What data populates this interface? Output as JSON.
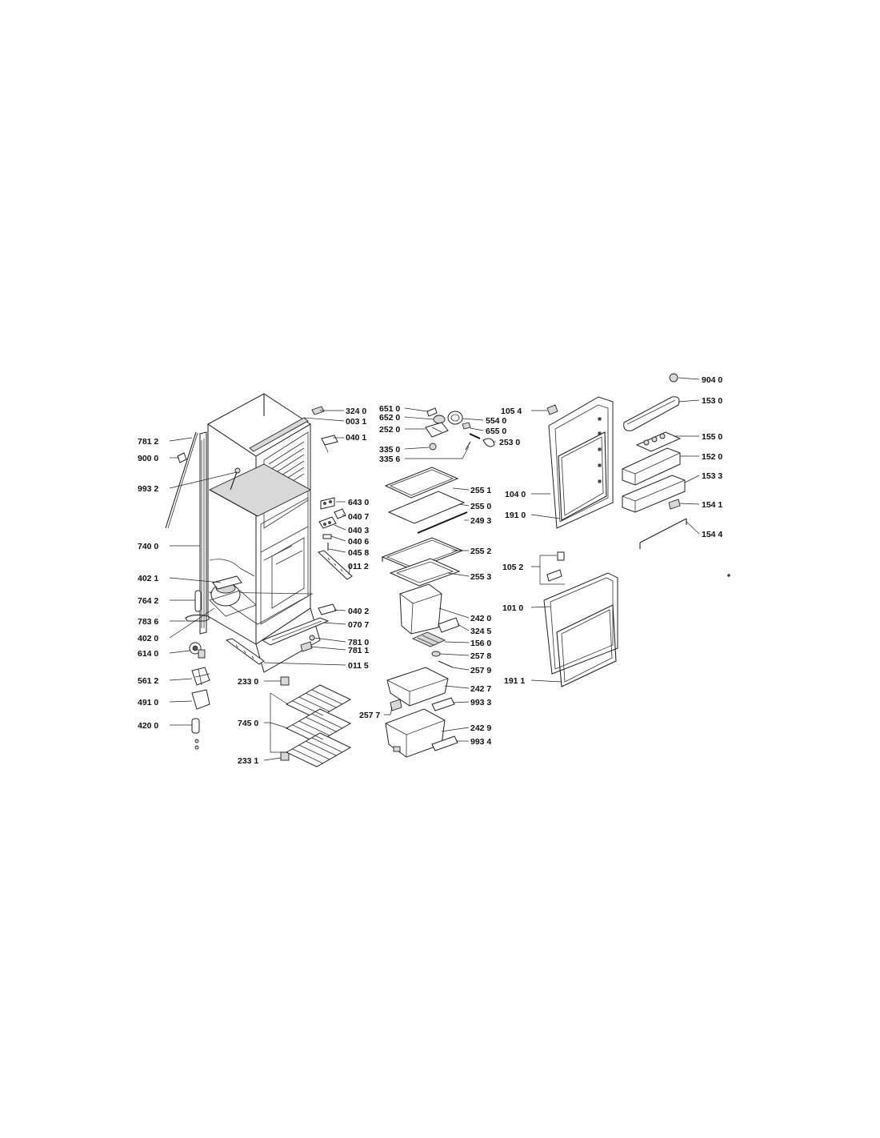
{
  "labels": {
    "l_324_0": "324 0",
    "l_003_1": "003 1",
    "l_040_1": "040 1",
    "l_781_2": "781 2",
    "l_900_0": "900 0",
    "l_993_2": "993 2",
    "l_740_0": "740 0",
    "l_643_0": "643 0",
    "l_040_7": "040 7",
    "l_040_3": "040 3",
    "l_040_6": "040 6",
    "l_045_8": "045 8",
    "l_011_2": "011 2",
    "l_402_1": "402 1",
    "l_764_2": "764 2",
    "l_783_6": "783 6",
    "l_402_0": "402 0",
    "l_614_0": "614 0",
    "l_040_2": "040 2",
    "l_070_7": "070 7",
    "l_781_0": "781 0",
    "l_781_1": "781 1",
    "l_011_5": "011 5",
    "l_561_2": "561 2",
    "l_491_0": "491 0",
    "l_420_0": "420 0",
    "l_233_0": "233 0",
    "l_745_0": "745 0",
    "l_233_1": "233 1",
    "l_651_0": "651 0",
    "l_652_0": "652 0",
    "l_252_0": "252 0",
    "l_554_0": "554 0",
    "l_655_0": "655 0",
    "l_253_0": "253 0",
    "l_335_0": "335 0",
    "l_335_6": "335 6",
    "l_255_1": "255 1",
    "l_255_0": "255 0",
    "l_249_3": "249 3",
    "l_255_2": "255 2",
    "l_255_3": "255 3",
    "l_242_0": "242 0",
    "l_324_5": "324 5",
    "l_156_0": "156 0",
    "l_257_8": "257 8",
    "l_257_9": "257 9",
    "l_242_7": "242 7",
    "l_257_7": "257 7",
    "l_993_3": "993 3",
    "l_242_9": "242 9",
    "l_993_4": "993 4",
    "l_105_4": "105 4",
    "l_104_0": "104 0",
    "l_191_0": "191 0",
    "l_105_2": "105 2",
    "l_101_0": "101 0",
    "l_191_1": "191 1",
    "l_904_0": "904 0",
    "l_153_0": "153 0",
    "l_155_0": "155 0",
    "l_152_0": "152 0",
    "l_153_3": "153 3",
    "l_154_1": "154 1",
    "l_154_4": "154 4"
  }
}
